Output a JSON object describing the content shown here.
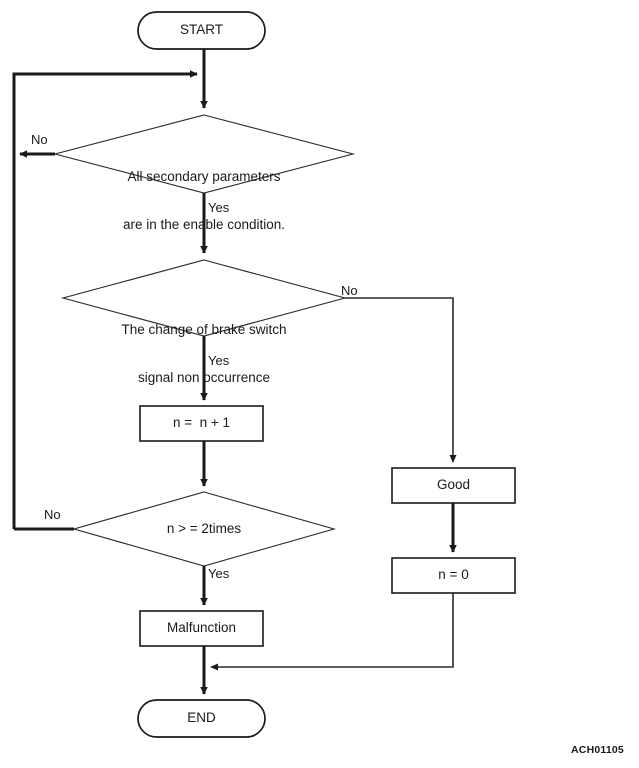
{
  "diagram": {
    "type": "flowchart",
    "figure_code": "ACH01105",
    "nodes": {
      "start": {
        "label": "START",
        "shape": "terminator"
      },
      "decision_secondary_parameters": {
        "label": "All secondary parameters\nare in the enable condition.",
        "line1": "All secondary parameters",
        "line2": "are in the enable condition.",
        "shape": "decision"
      },
      "decision_brake_switch": {
        "label": "The change of brake switch\nsignal non occurrence",
        "line1": "The change of brake switch",
        "line2": "signal non occurrence",
        "shape": "decision"
      },
      "process_increment": {
        "label": "n =  n + 1",
        "shape": "process"
      },
      "decision_counter": {
        "label": "n > = 2times",
        "shape": "decision"
      },
      "process_malfunction": {
        "label": "Malfunction",
        "shape": "process"
      },
      "process_good": {
        "label": "Good",
        "shape": "process"
      },
      "process_reset": {
        "label": "n = 0",
        "shape": "process"
      },
      "end": {
        "label": "END",
        "shape": "terminator"
      }
    },
    "edge_labels": {
      "secondary_no": "No",
      "secondary_yes": "Yes",
      "brake_no": "No",
      "brake_yes": "Yes",
      "counter_no": "No",
      "counter_yes": "Yes"
    },
    "colors": {
      "stroke": "#1a1a1a",
      "thin_stroke": "#404040",
      "fill": "#ffffff",
      "text": "#1a1a1a"
    }
  }
}
